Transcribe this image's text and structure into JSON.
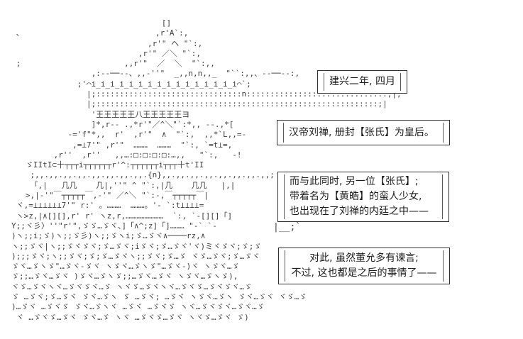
{
  "scene": {
    "background": "#ffffff",
    "art_color": "#3d3d3d",
    "box_border_color": "#2f2f2f",
    "text_color": "#1c1c1c"
  },
  "ascii_art": {
    "name": "shu-palace-ascii-art",
    "lines": [
      "                                []",
      " 、                            ,r'A`:,",
      "                             ,r'\" ヘ \"`:,",
      "                           ,r'\" ／＼ \"`:,",
      " ;                      ,,r'\"  ／  ＼  \"`:,,",
      "                 ,:--──‐-、,,-''\"  _,,n,n,,_  \"``:,,、-‐──--:,",
      "              ;'⌒i_i_i_i_i_i_i_i_i_i_i_i_i_i_i_i⌒`;",
      "                |;:::::::::::::::::::::::::::::::n::::::::::::::::::::::::::::::;|,",
      "                |;::::::::::::::::::::::::::::::::::::::::::::::::::::::::::::;|",
      "                 '王王王王王八王王王王王ヨ",
      "                 ]*,r-- .,*r'\"／^＼\"`:*,, --.,*[",
      "            -='f\"*,,  r'  ,r'\"  ∧  \"`:,  ,,*`L,,=-",
      "             ,=⊥7'\" ,r'\"  ………  ………  \"`:, `=t⊥=,",
      "         ,r''  ,r''   ,,…:□:□:□:□:…,,   \"`:,   -!",
      "   ゞIItI⊂十┬┬┬i┬┬┬┬┬┬r'^:┬┬┬┬┬┬i┬┬┬十t'II",
      "    ;,,.,,.,,.,,.,,.,,.,,.,,.{n},,.,,.,,.,,.,,.,,.,,.,,;",
      "    「,|   几几    几|,''\" ^ \"`:,|几    几几   |,|",
      "   >,|-'\"￣┬┬┬┬┬￣,-'\" ／^＼ \"`:-,￣┬┬┬┬┬￣|",
      " ヾ,=⊥⊥⊥⊥⊥⊥7'\" r:' 。………  ………。'- `:t⊥⊥⊥⊥=",
      " ヽ>z,|∧[][],r' r' ヽz,r,……………………  `:, `-[][]「]",
      "Y;;ヾ彡〉''\"r'\",ゞゞ…ゞヾ、]「∧^;z]「]……… \"-` `-",
      ")ヽ;;i;ゞ)ヽ;;ゞ彡)ヽ;;ゞヽi;ゞ…ゞヾ∧────rz,∧",
      "ヽ;;ゞヾ|ヽ;;ゞヾゞヾ;ゞ…ゞヾ;iゞヾ;ゞ…ゞヾ'ヾ)ミヾゞヾ;ゞ;ゞ",
      ");;;ゞヾ;ヽ;;ゞヾ;ゞ;ゞ…ゞヾヽ;;ゞヾ;ゞ…ゞ ヾゞ…ゞヾ;ゞ…ゞヾ",
      "ゞヾ…ゞヽゞ\"…ゞヾ-ゞヾ ヽゞヾ…ゞヽゞ\"…ゞヾ-)ヾ ヽゞヾ…ゞ",
      "ゞ;;…ゞヾ…ゞヾ )ゞヾ…ゞヽゞ;;…ゞヾ…ゞヾ ヽゞヾ…ゞヽゞ),",
      "ヾゞ…ゞヾヽヾ…ゞヾゞヾ…ゞ ヽヾゞ…ゞヾヽヾ…ゞヾゞ…ゞヾゞヾ…ゞ",
      "ゞ …ゞヾ;ゞ…ゞヾ ゞヾ…ゞヽ ゞ …ゞヾ; …ゞヾ ヽゞヾ…ゞヽ ゞヾ…ゞヾ ヾゞ…ゞ",
      ")…ゞヾ …ゞヾゞ ゞヾ…ゞヽヾ …ゞヾ …ゞヾゞ ヽヾ…ゞヾゞヾ…ゞヾ…ゞ",
      " ヾ …ゞヾゞ…ゞヾ ゞヾ…ゞ ヽヾ …ゞヾゞ…ゞヾ ヽヾゞ…ゞヾ ゞ)"
    ],
    "tail_mark": "|__;`"
  },
  "dialogue_boxes": [
    {
      "name": "date",
      "lines": [
        "建兴二年, 四月"
      ]
    },
    {
      "name": "empress-investiture",
      "lines": [
        "汉帝刘禅, 册封【张氏】为皇后。"
      ]
    },
    {
      "name": "another-zhang-shi",
      "lines": [
        "而与此同时, 另一位【张氏】;",
        "带着名为【黄皓】的蛮人少女,",
        "也出现在了刘禅的内廷之中——"
      ]
    },
    {
      "name": "dong-yun-remonstrance",
      "lines": [
        "对此, 虽然董允多有谏言;",
        "不过, 这也都是之后的事情了——"
      ]
    }
  ]
}
